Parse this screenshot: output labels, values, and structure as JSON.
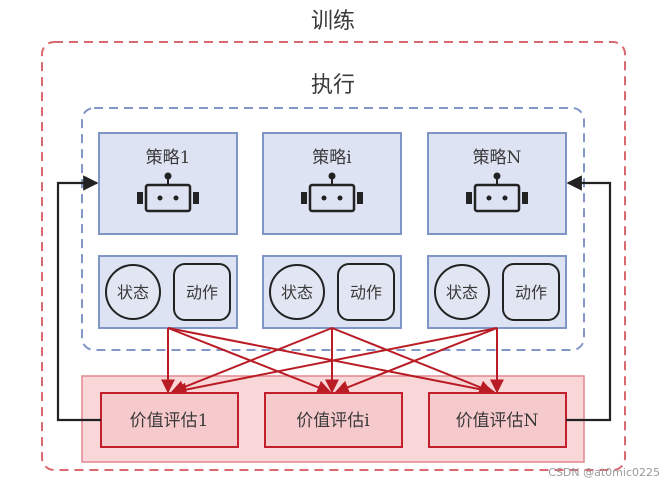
{
  "training": {
    "title": "训练"
  },
  "execution": {
    "title": "执行"
  },
  "agents": [
    {
      "policy_label": "策略1",
      "state_label": "状态",
      "action_label": "动作"
    },
    {
      "policy_label": "策略i",
      "state_label": "状态",
      "action_label": "动作"
    },
    {
      "policy_label": "策略N",
      "state_label": "状态",
      "action_label": "动作"
    }
  ],
  "critics": [
    {
      "label": "价值评估1"
    },
    {
      "label": "价值评估i"
    },
    {
      "label": "价值评估N"
    }
  ],
  "watermark": "CSDN @at0mic0225",
  "colors": {
    "training_border": "#d9686f",
    "execution_border": "#8296c8",
    "policy_fill": "#dde3f3",
    "policy_border": "#7f95c6",
    "critic_fill": "#f8d2d4",
    "critic_border": "#c21f2a",
    "arrow": "#b91c24",
    "feedback": "#222222"
  }
}
